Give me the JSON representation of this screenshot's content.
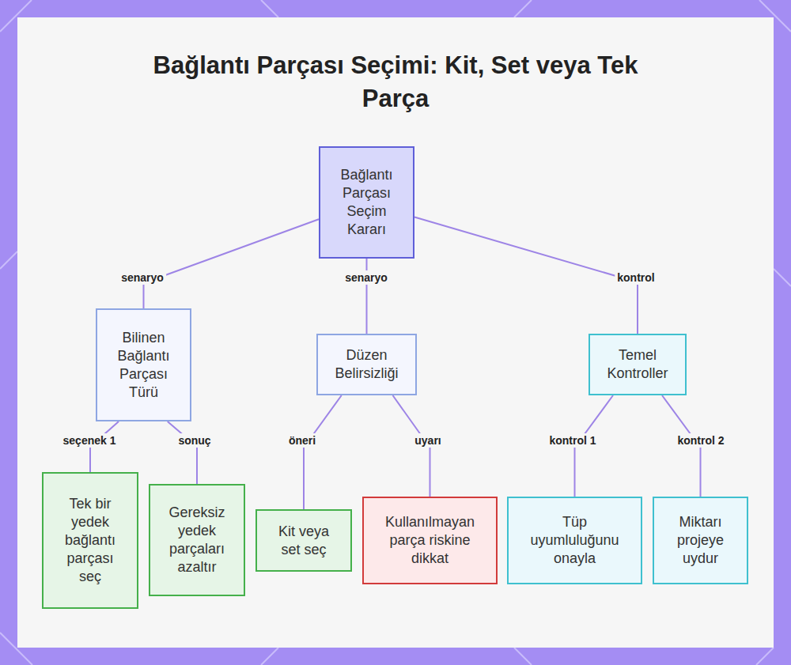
{
  "diagram": {
    "title": "Bağlantı Parçası Seçimi: Kit, Set veya Tek Parça",
    "nodes": [
      {
        "text": [
          "Bağlantı Parçası Seçim Kararı"
        ]
      },
      {
        "text": [
          "Bilinen Bağlantı Parçası Türü"
        ]
      },
      {
        "text": [
          "Düzen Belirsizliği"
        ]
      },
      {
        "text": [
          "Temel Kontroller"
        ]
      },
      {
        "text": [
          "Tek bir yedek bağlantı parçası seç"
        ]
      },
      {
        "text": [
          "Gereksiz yedek parçaları azaltır"
        ]
      },
      {
        "text": [
          "Kit veya set seç"
        ]
      },
      {
        "text": [
          "Kullanılmayan parça riskine dikkat"
        ]
      },
      {
        "text": [
          "Tüp uyumluluğunu onayla"
        ]
      },
      {
        "text": [
          "Miktarı projeye uydur"
        ]
      }
    ],
    "edges": [
      {
        "from": 0,
        "to": 1,
        "label": "senaryo",
        "arrow": "none"
      },
      {
        "from": 0,
        "to": 2,
        "label": "senaryo",
        "arrow": "none"
      },
      {
        "from": 0,
        "to": 3,
        "label": "kontrol",
        "arrow": "none"
      },
      {
        "from": 1,
        "to": 4,
        "label": "seçenek 1",
        "arrow": "none"
      },
      {
        "from": 1,
        "to": 5,
        "label": "sonuç",
        "arrow": "none"
      },
      {
        "from": 2,
        "to": 6,
        "label": "öneri",
        "arrow": "none"
      },
      {
        "from": 2,
        "to": 7,
        "label": "uyarı",
        "arrow": "none"
      },
      {
        "from": 3,
        "to": 8,
        "label": "kontrol 1",
        "arrow": "none"
      },
      {
        "from": 3,
        "to": 9,
        "label": "kontrol 2",
        "arrow": "none"
      }
    ]
  }
}
